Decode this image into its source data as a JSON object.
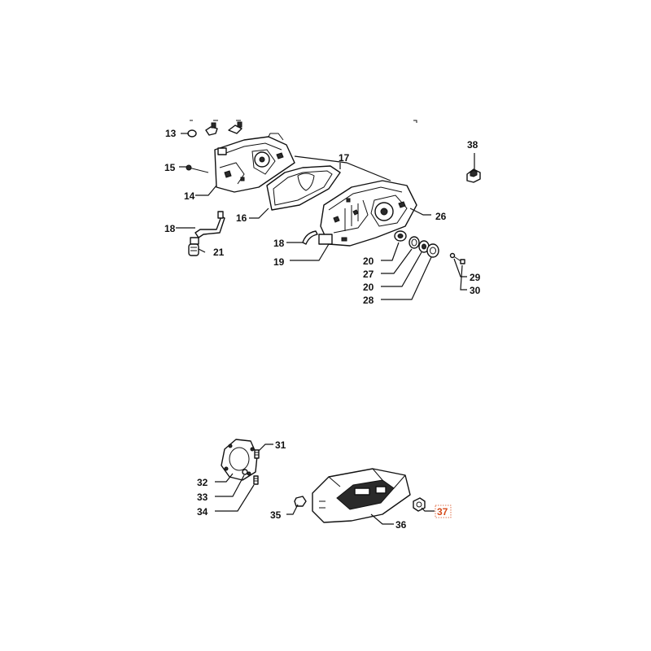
{
  "labels": {
    "l13": "13",
    "l15": "15",
    "l14": "14",
    "l16": "16",
    "l17": "17",
    "l18a": "18",
    "l21": "21",
    "l18b": "18",
    "l19": "19",
    "l26": "26",
    "l38": "38",
    "l20a": "20",
    "l27": "27",
    "l20b": "20",
    "l28": "28",
    "l29": "29",
    "l30": "30",
    "l31": "31",
    "l32": "32",
    "l33": "33",
    "l34": "34",
    "l35": "35",
    "l36": "36",
    "l37": "37"
  },
  "colors": {
    "line": "#111111",
    "highlight": "#d64a1a",
    "background": "#ffffff"
  }
}
